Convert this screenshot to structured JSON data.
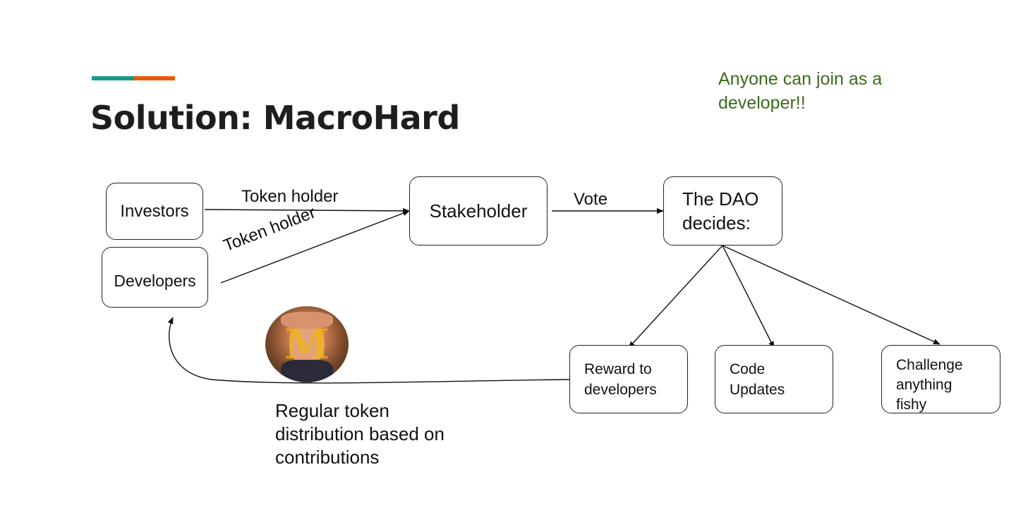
{
  "slide": {
    "title": "Solution: MacroHard",
    "note": "Anyone can join as a developer!!",
    "accent_colors": {
      "teal": "#1a9a8a",
      "orange": "#e8590c"
    },
    "note_color": "#3a6b1f"
  },
  "nodes": {
    "investors": "Investors",
    "developers": "Developers",
    "stakeholder": "Stakeholder",
    "dao": "The DAO decides:",
    "reward": "Reward to developers",
    "code_updates": "Code Updates",
    "challenge": "Challenge anything fishy"
  },
  "edges": {
    "investors_to_stakeholder": "Token holder",
    "developers_to_stakeholder": "Token holder",
    "stakeholder_to_dao": "Vote"
  },
  "caption": "Regular token distribution based on contributions",
  "avatar_letter": "M",
  "icons": {
    "avatar": "person-photo-icon"
  }
}
